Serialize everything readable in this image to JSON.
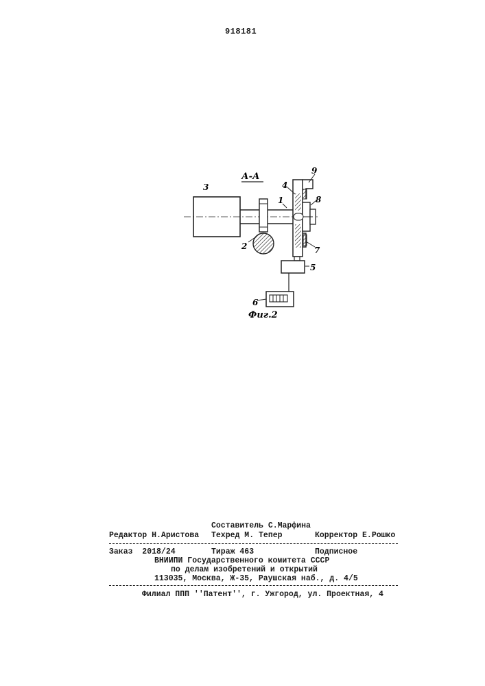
{
  "patent_number": "918181",
  "figure": {
    "section_label": "А-А",
    "caption": "Фиг.2",
    "callouts": [
      "1",
      "2",
      "3",
      "4",
      "5",
      "6",
      "7",
      "8",
      "9"
    ]
  },
  "footer": {
    "compiler": "Составитель С.Марфина",
    "editor": "Редактор Н.Аристова",
    "techred": "Техред М. Тепер",
    "corrector": "Корректор Е.Рошко",
    "order": "Заказ  2018/24",
    "circulation": "Тираж 463",
    "subscription": "Подписное",
    "org1": "ВНИИПИ Государственного комитета СССР",
    "org2": "по делам изобретений и открытий",
    "address": "113035, Москва, Ж-35, Раушская наб., д. 4/5",
    "branch": "Филиал ППП ''Патент'', г. Ужгород, ул. Проектная, 4"
  }
}
